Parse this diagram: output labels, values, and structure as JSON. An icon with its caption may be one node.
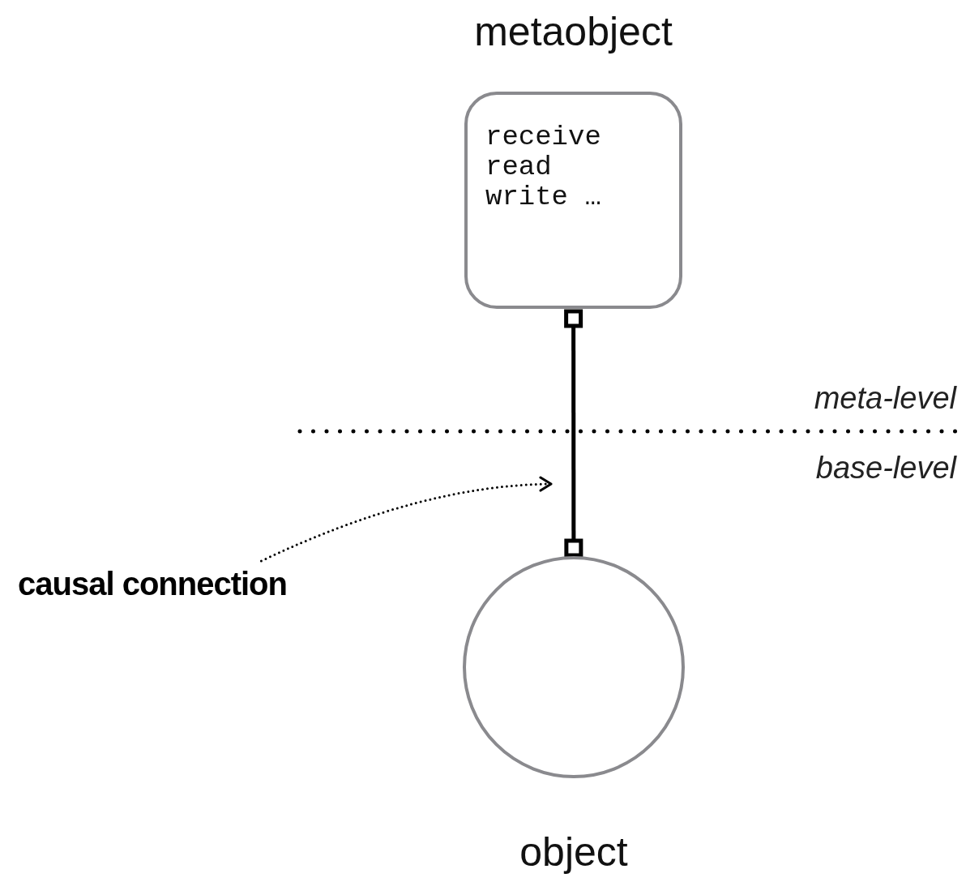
{
  "diagram": {
    "nodes": [
      {
        "text": [
          "metaobject",
          "receive read write …"
        ]
      },
      {
        "text": [
          "object"
        ]
      },
      {
        "text": [
          "causal connection"
        ]
      }
    ],
    "edges": [
      {
        "from": 0,
        "to": 1,
        "arrow": "other"
      },
      {
        "from": 2,
        "to": null,
        "arrow": "to",
        "style": "dashed"
      }
    ],
    "labels": [
      "meta-level",
      "base-level"
    ]
  }
}
